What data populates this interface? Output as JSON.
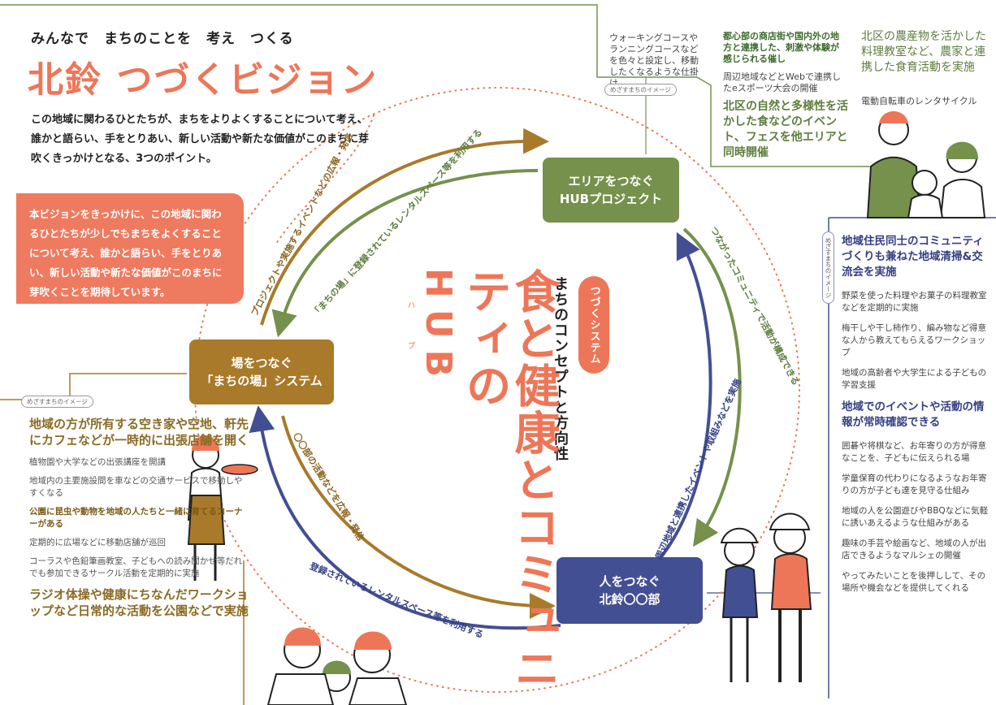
{
  "header": {
    "tagline": "みんなで　まちのことを　考え　つくる",
    "title": "北鈴 つづくビジョン",
    "intro": "この地域に関わるひとたちが、まちをよりよくすることについて考え、誰かと語らい、手をとりあい、新しい活動や新たな価値がこのまちに芽吹くきっかけとなる、3つのポイント。",
    "expectation": "本ビジョンをきっかけに、この地域に関わるひとたちが少しでもまちをよくすることについて考え、誰かと語らい、手をとりあい、新しい活動や新たな価値がこのまちに芽吹くことを期待しています。"
  },
  "center": {
    "system_badge": "つづくシステム",
    "concept": "まちのコンセプトと方向性",
    "main_copy": "食と健康とコミュニティの",
    "hub_letters": "HUB",
    "hub_ruby": "ハブ"
  },
  "hubs": {
    "area": {
      "line1": "エリアをつなぐ",
      "line2": "HUBプロジェクト"
    },
    "place": {
      "line1": "場をつなぐ",
      "line2": "「まちの場」システム"
    },
    "people": {
      "line1": "人をつなぐ",
      "line2": "北鈴〇〇部"
    }
  },
  "arrows": {
    "place_to_area_outer": "プロジェクトや実施するイベントなどの広報・発信",
    "area_to_place_inner": "「まちの場」に登録されているレンタルスペース等を利用する",
    "area_to_people_outer": "つながったコミュニティで活動が構成できる",
    "people_to_area_inner": "周辺地域と連携したイベントや取組みなどを実施",
    "place_to_people_inner": "〇〇部の活動などを広報・発信",
    "people_to_place_outer": "登録されているレンタルスペース等を利用する"
  },
  "caption": "めざすまちのイメージ",
  "top_right": {
    "col1": "ウォーキングコースやランニングコースなどを色々と設定し、移動したくなるような仕掛け",
    "col2a": "都心部の商店街や国内外の地方と連携した、刺激や体験が感じられる催し",
    "col2b": "周辺地域などとWebで連携したeスポーツ大会の開催",
    "col3a": "北区の農産物を活かした料理教室など、農家と連携した食育活動を実施",
    "col3b": "電動自転車のレンタサイクル",
    "mid": "北区の自然と多様性を活かした食などのイベント、フェスを他エリアと同時開催"
  },
  "right_panel": {
    "p1": "地域住民同士のコミュニティづくりも兼ねた地域清掃&交流会を実施",
    "s1": "野菜を使った料理やお菓子の料理教室などを定期的に実施",
    "s2": "梅干しや干し柿作り、編み物など得意な人から教えてもらえるワークショップ",
    "s3": "地域の高齢者や大学生による子どもの学習支援",
    "p2": "地域でのイベントや活動の情報が常時確認できる",
    "s4": "囲碁や将棋など、お年寄りの方が得意なことを、子どもに伝えられる場",
    "s5": "学童保育の代わりになるようなお年寄りの方が子ども達を見守る仕組み",
    "s6": "地域の人を公園遊びやBBQなどに気軽に誘いあえるような仕組みがある",
    "s7": "趣味の手芸や絵画など、地域の人が出店できるようなマルシェの開催",
    "s8": "やってみたいことを後押しして、その場所や機会などを提供してくれる"
  },
  "left_panel": {
    "p1": "地域の方が所有する空き家や空地、軒先にカフェなどが一時的に出張店舗を開く",
    "s1": "植物園や大学などの出張講座を開講",
    "s2": "地域内の主要施設間を車などの交通サービスで移動しやすくなる",
    "s3": "公園に昆虫や動物を地域の人たちと一緒に育てるコーナーがある",
    "s4": "定期的に広場などに移動店舗が巡回",
    "s5": "コーラスや色鉛筆画教室、子どもへの読み聞かせ等だれでも参加できるサークル活動を定期的に実施",
    "p2": "ラジオ体操や健康にちなんだワークショップなど日常的な活動を公園などで実施"
  },
  "colors": {
    "coral": "#ee7658",
    "green": "#75914c",
    "gold": "#a87a2a",
    "navy": "#434f93"
  }
}
